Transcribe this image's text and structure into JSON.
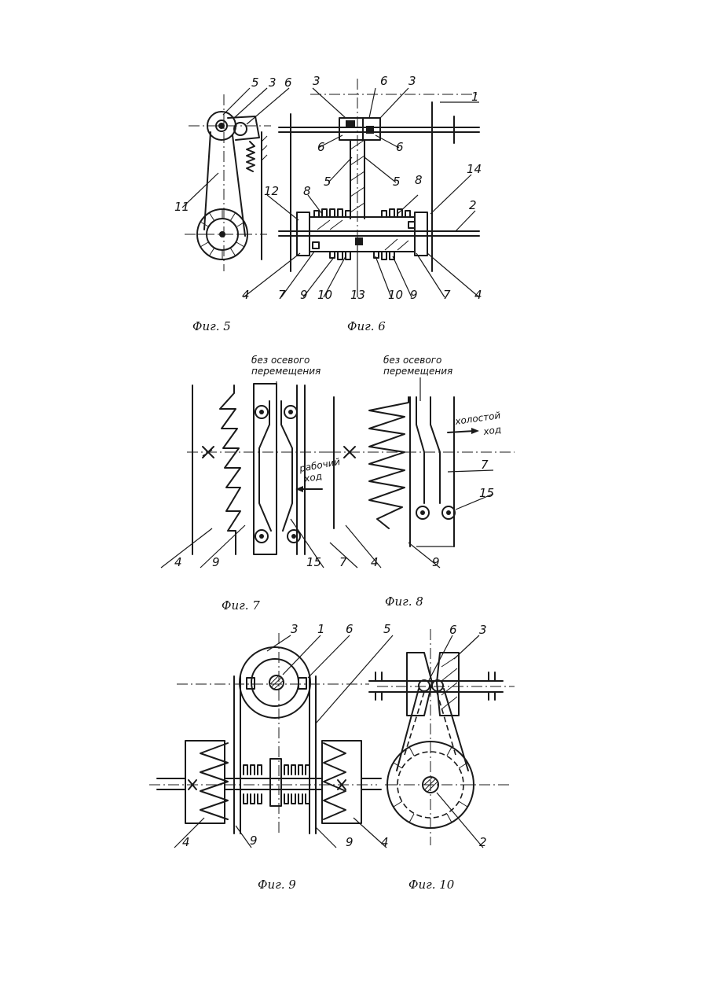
{
  "figures": {
    "fig5": {
      "caption": "Фиг. 5",
      "labels": [
        "5",
        "3",
        "6",
        "11"
      ]
    },
    "fig6": {
      "caption": "Фиг. 6",
      "labels": [
        "3",
        "6",
        "3",
        "1",
        "6",
        "6",
        "5",
        "5",
        "8",
        "8",
        "14",
        "2",
        "12",
        "4",
        "7",
        "9",
        "10",
        "13",
        "10",
        "9",
        "7",
        "4"
      ]
    },
    "fig7": {
      "caption": "Фиг. 7",
      "note_top_1": "без осевого",
      "note_top_2": "перемещения",
      "note_side_1": "рабочий",
      "note_side_2": "ход",
      "labels": [
        "4",
        "9",
        "15",
        "7"
      ]
    },
    "fig8": {
      "caption": "Фиг. 8",
      "note_top_1": "без осевого",
      "note_top_2": "перемещения",
      "note_side_1": "холостой",
      "note_side_2": "ход",
      "labels": [
        "7",
        "15",
        "4",
        "9"
      ]
    },
    "fig9": {
      "caption": "Фиг. 9",
      "labels": [
        "3",
        "1",
        "6",
        "5",
        "4",
        "9",
        "9",
        "4"
      ]
    },
    "fig10": {
      "caption": "Фиг. 10",
      "labels": [
        "6",
        "3",
        "2"
      ]
    }
  }
}
